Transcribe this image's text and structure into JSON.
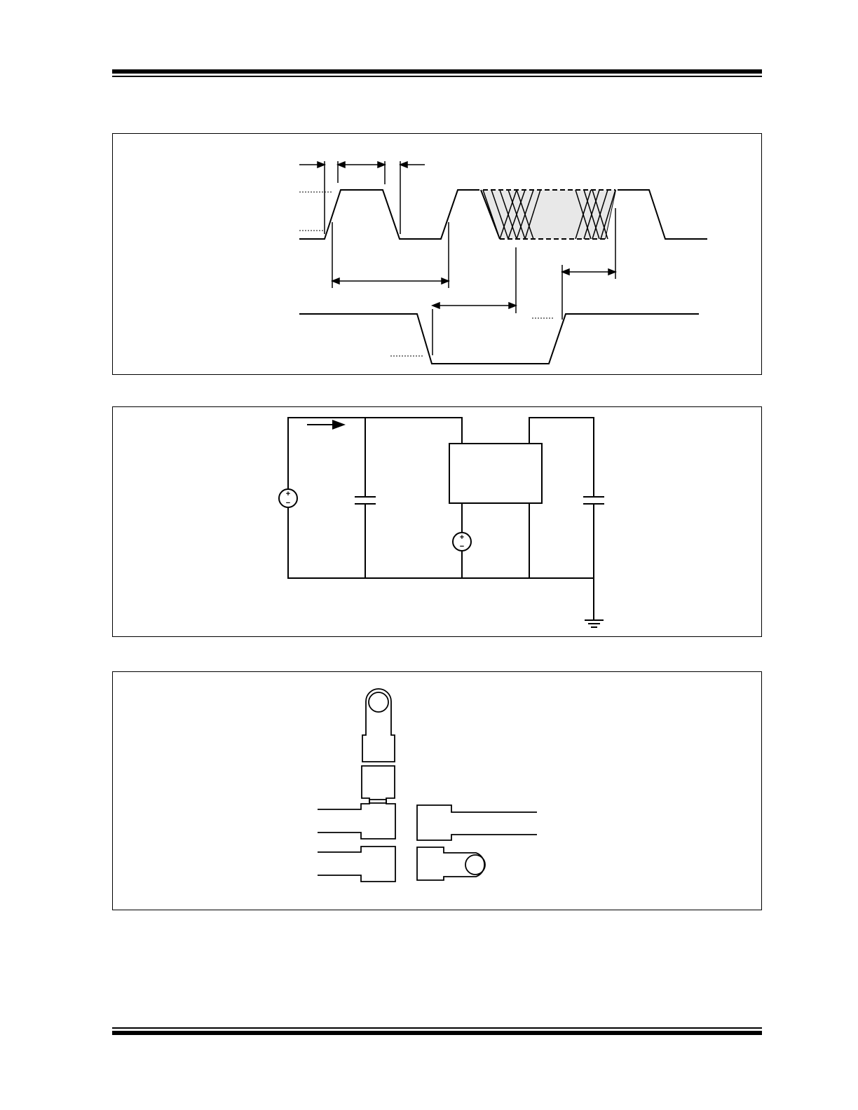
{
  "header": {
    "text": ""
  },
  "figures": [
    {
      "id": "timing-diagram",
      "caption": ""
    },
    {
      "id": "test-circuit",
      "caption": ""
    },
    {
      "id": "package-outline",
      "caption": ""
    }
  ],
  "timing": {
    "clock_label": "",
    "select_label": ""
  },
  "circuit": {
    "source_positive": "+",
    "source_negative": "−"
  },
  "footer": {
    "text": ""
  }
}
